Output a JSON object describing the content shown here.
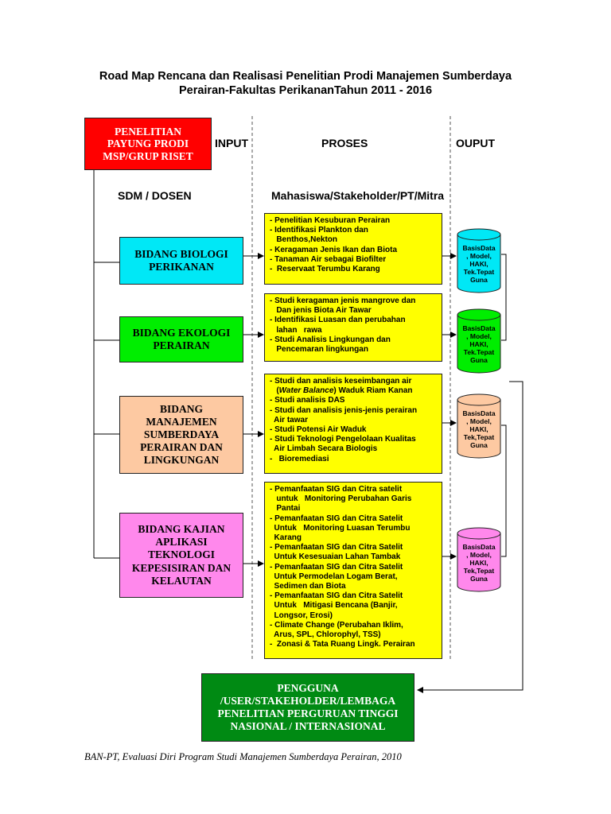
{
  "title": {
    "line1": "Road Map Rencana dan Realisasi Penelitian Prodi Manajemen Sumberdaya",
    "line2": "Perairan-Fakultas PerikananTahun 2011 - 2016"
  },
  "top_box": {
    "line1": "PENELITIAN",
    "line2": "PAYUNG PRODI",
    "line3": "MSP/GRUP RISET"
  },
  "headers": {
    "input": "INPUT",
    "proses": "PROSES",
    "output": "OUPUT",
    "sdm": "SDM / DOSEN",
    "mahasiswa": "Mahasiswa/Stakeholder/PT/Mitra"
  },
  "bidang": [
    {
      "lines": [
        "BIDANG BIOLOGI",
        "PERIKANAN"
      ],
      "color": "#00e8f6"
    },
    {
      "lines": [
        "BIDANG EKOLOGI",
        "PERAIRAN"
      ],
      "color": "#00ee00"
    },
    {
      "lines": [
        "BIDANG",
        "MANAJEMEN",
        "SUMBERDAYA",
        "PERAIRAN DAN",
        "LINGKUNGAN"
      ],
      "color": "#fdc9a2"
    },
    {
      "lines": [
        "BIDANG KAJIAN",
        "APLIKASI",
        "TEKNOLOGI",
        "KEPESISIRAN DAN",
        "KELAUTAN"
      ],
      "color": "#ff88ec"
    }
  ],
  "proses": [
    {
      "lines": [
        "- Penelitian Kesuburan Perairan",
        "- Identifikasi Plankton dan",
        "   Benthos,Nekton",
        "- Keragaman Jenis Ikan dan Biota",
        "- Tanaman Air sebagai Biofilter",
        "-  Reservaat Terumbu Karang"
      ]
    },
    {
      "lines": [
        "- Studi keragaman jenis mangrove dan",
        "   Dan jenis Biota Air Tawar",
        "- Identifikasi Luasan dan perubahan",
        "   lahan   rawa",
        "- Studi Analisis Lingkungan dan",
        "   Pencemaran lingkungan"
      ]
    },
    {
      "lines": [
        "- Studi dan analisis keseimbangan air",
        "   (Water Balance) Waduk Riam Kanan",
        "- Studi analisis DAS",
        "- Studi dan analisis jenis-jenis perairan",
        "  Air tawar",
        "- Studi Potensi Air Waduk",
        "- Studi Teknologi Pengelolaan Kualitas",
        "  Air Limbah Secara Biologis",
        "-   Bioremediasi"
      ]
    },
    {
      "lines": [
        "- Pemanfaatan SIG dan Citra satelit",
        "   untuk   Monitoring Perubahan Garis",
        "   Pantai",
        "- Pemanfaatan SIG dan Citra Satelit",
        "  Untuk   Monitoring Luasan Terumbu",
        "  Karang",
        "- Pemanfaatan SIG dan Citra Satelit",
        "  Untuk Kesesuaian Lahan Tambak",
        "- Pemanfaatan SIG dan Citra Satelit",
        "  Untuk Permodelan Logam Berat,",
        "  Sedimen dan Biota",
        "- Pemanfaatan SIG dan Citra Satelit",
        "  Untuk   Mitigasi Bencana (Banjir,",
        "  Longsor, Erosi)",
        "- Climate Change (Perubahan Iklim,",
        "  Arus, SPL, Chlorophyl, TSS)",
        "-  Zonasi & Tata Ruang Lingk. Perairan"
      ]
    }
  ],
  "outputs": [
    {
      "lines": [
        "BasisData",
        ", Model,",
        "HAKI,",
        "Tek.Tepat",
        "Guna"
      ],
      "color": "#00e8f6"
    },
    {
      "lines": [
        "BasisData",
        ", Model,",
        "HAKI,",
        "Tek.Tepat",
        "Guna"
      ],
      "color": "#00ee00"
    },
    {
      "lines": [
        "BasisData",
        ", Model,",
        "HAKI,",
        "Tek,Tepat",
        "Guna"
      ],
      "color": "#fdc9a2"
    },
    {
      "lines": [
        "BasisData",
        ", Model,",
        "HAKI,",
        "Tek,Tepat",
        "Guna"
      ],
      "color": "#ff88ec"
    }
  ],
  "pengguna": {
    "lines": [
      "PENGGUNA",
      "/USER/STAKEHOLDER/LEMBAGA",
      "PENELITIAN PERGURUAN TINGGI",
      "NASIONAL / INTERNASIONAL"
    ]
  },
  "footer": "BAN-PT, Evaluasi Diri Program Studi Manajemen Sumberdaya Perairan, 2010",
  "colors": {
    "top_box": "#ff0000",
    "pengguna": "#008a13",
    "proses": "#ffff00"
  }
}
